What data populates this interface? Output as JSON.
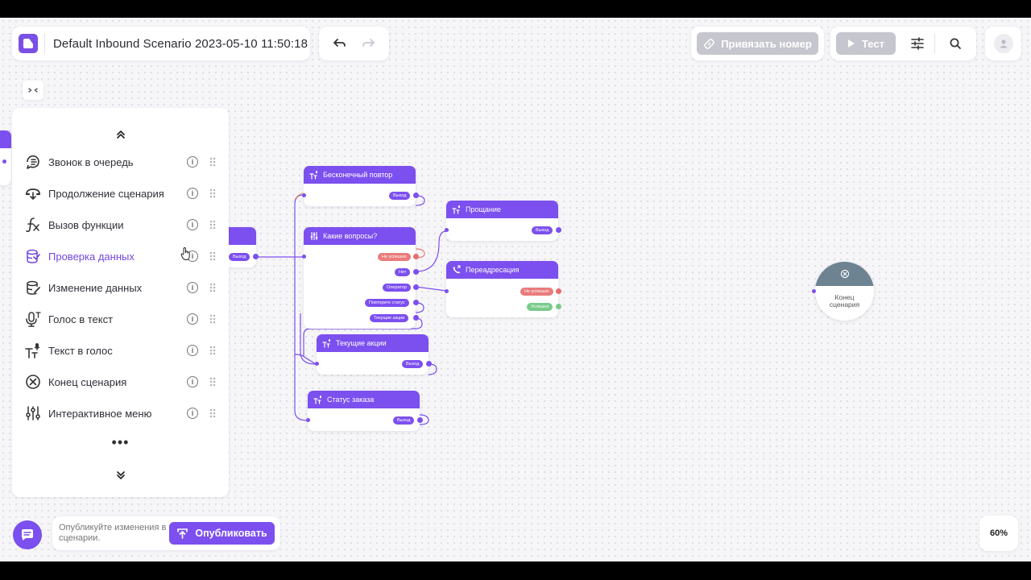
{
  "header": {
    "scenario_title": "Default Inbound Scenario 2023-05-10 11:50:18",
    "bind_number_label": "Привязать номер",
    "test_label": "Тест"
  },
  "palette": {
    "items": [
      {
        "label": "Звонок в очередь",
        "icon": "queue-call-icon"
      },
      {
        "label": "Продолжение сценария",
        "icon": "continue-scenario-icon"
      },
      {
        "label": "Вызов функции",
        "icon": "function-icon"
      },
      {
        "label": "Проверка данных",
        "icon": "data-check-icon",
        "active": true
      },
      {
        "label": "Изменение данных",
        "icon": "data-edit-icon"
      },
      {
        "label": "Голос в текст",
        "icon": "voice-to-text-icon"
      },
      {
        "label": "Текст в голос",
        "icon": "text-to-voice-icon"
      },
      {
        "label": "Конец сценария",
        "icon": "end-scenario-icon"
      },
      {
        "label": "Интерактивное меню",
        "icon": "interactive-menu-icon"
      }
    ],
    "info_glyph": "i",
    "more_glyph": "•••"
  },
  "nodes": {
    "endless_repeat": {
      "title": "Бесконечный повтор",
      "exit": "Выход"
    },
    "questions": {
      "title": "Какие вопросы?",
      "outputs": [
        "Не успешно",
        "Нет",
        "Оператор",
        "Повторите статус",
        "Текущие акции"
      ]
    },
    "current_promos": {
      "title": "Текущие акции",
      "exit": "Выход"
    },
    "order_status": {
      "title": "Статус заказа",
      "exit": "Выход"
    },
    "farewell": {
      "title": "Прощание",
      "exit": "Выход"
    },
    "redirect": {
      "title": "Переадресация",
      "outputs": [
        "Не успешно",
        "Успешно"
      ]
    },
    "partial_exit": "Выход",
    "end": {
      "label_line1": "Конец",
      "label_line2": "сценария"
    }
  },
  "footer": {
    "publish_hint": "Опубликуйте изменения в сценарии.",
    "publish_label": "Опубликовать",
    "zoom": "60%"
  },
  "colors": {
    "accent": "#7c4fef",
    "error": "#ea7b7b",
    "success": "#7acb8b",
    "end_node": "#6d8392"
  }
}
